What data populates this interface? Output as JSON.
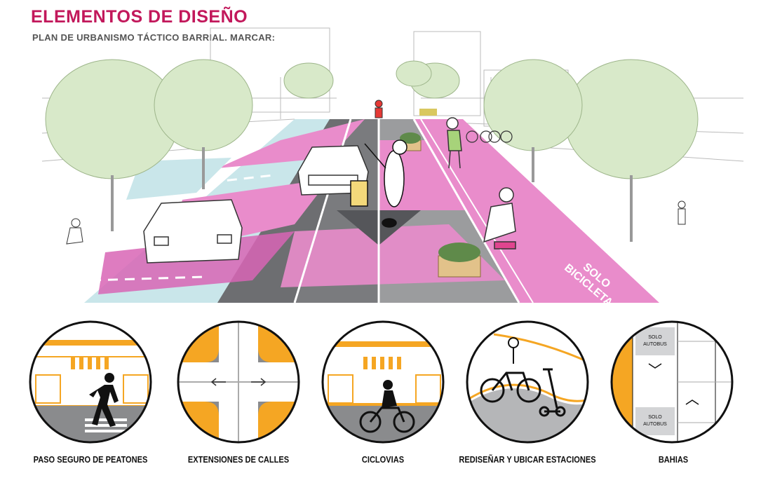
{
  "header": {
    "title": "ELEMENTOS DE DISEÑO",
    "subtitle": "PLAN DE URBANISMO TÁCTICO BARRIAL.  MARCAR:"
  },
  "scene": {
    "bike_lane_label_line1": "SOLO",
    "bike_lane_label_line2": "BICICLETA"
  },
  "elements": [
    {
      "label": "PASO SEGURO DE PEATONES"
    },
    {
      "label": "EXTENSIONES DE  CALLES"
    },
    {
      "label": "CICLOVIAS"
    },
    {
      "label": "REDISEÑAR  Y UBICAR ESTACIONES"
    },
    {
      "label": "BAHIAS"
    }
  ],
  "bahias": {
    "bus_top_line1": "SOLO",
    "bus_top_line2": "AUTOBUS",
    "bus_bottom_line1": "SOLO",
    "bus_bottom_line2": "AUTOBUS"
  },
  "colors": {
    "title": "#c2185b",
    "pink": "#e98ccb",
    "pink_dark": "#d865b5",
    "asphalt": "#6d6e71",
    "light_blue": "#c9e6ea",
    "tree": "#d8e9c9",
    "orange": "#f5a623"
  }
}
